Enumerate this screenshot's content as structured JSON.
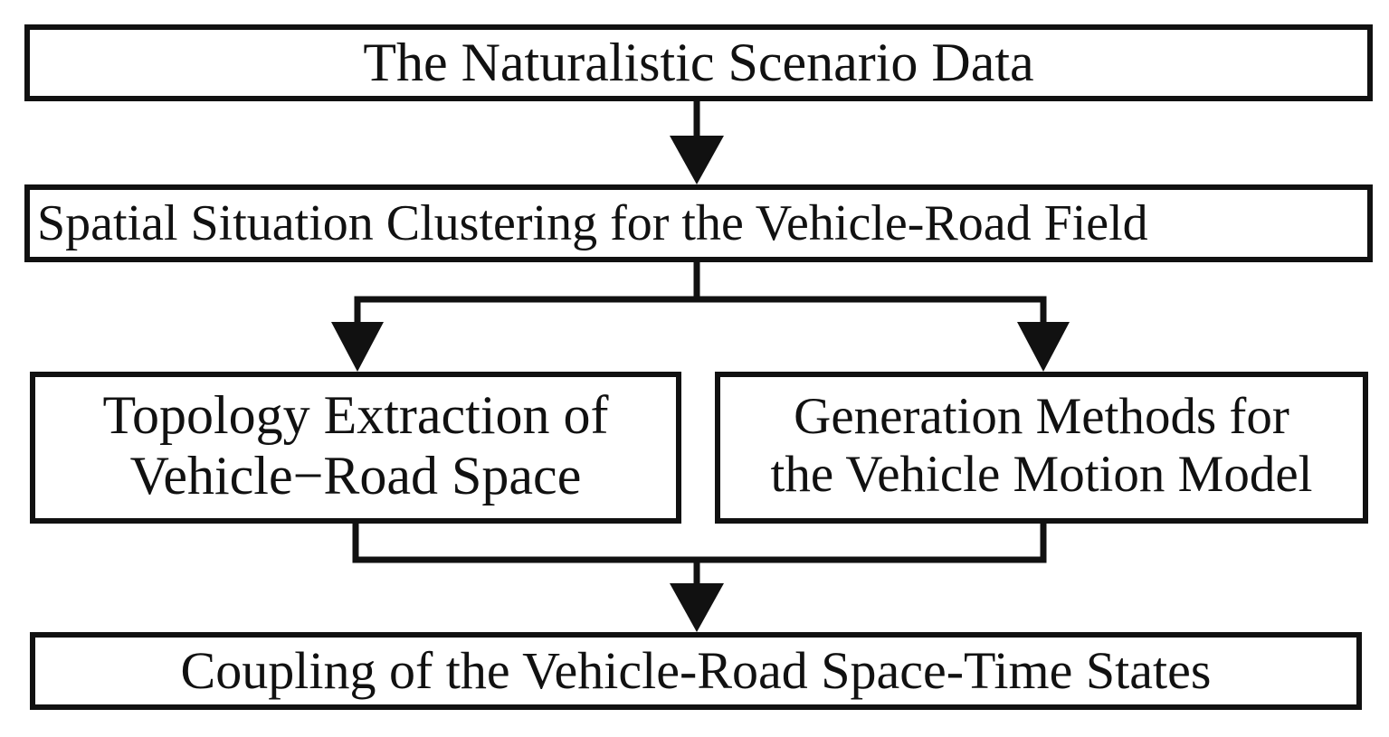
{
  "diagram": {
    "nodes": {
      "data": {
        "label": "The Naturalistic Scenario Data"
      },
      "cluster": {
        "label": "Spatial Situation Clustering for the Vehicle-Road Field"
      },
      "topology": {
        "line1": "Topology Extraction of",
        "line2": "Vehicle−Road Space"
      },
      "generation": {
        "line1": "Generation Methods for",
        "line2": "the Vehicle Motion Model"
      },
      "coupling": {
        "label": "Coupling of the Vehicle-Road Space-Time States"
      }
    },
    "edges": [
      {
        "from": "data",
        "to": "cluster"
      },
      {
        "from": "cluster",
        "to": "topology"
      },
      {
        "from": "cluster",
        "to": "generation"
      },
      {
        "from": "topology",
        "to": "coupling"
      },
      {
        "from": "generation",
        "to": "coupling"
      }
    ],
    "colors": {
      "stroke": "#111111",
      "fill": "#ffffff"
    }
  }
}
